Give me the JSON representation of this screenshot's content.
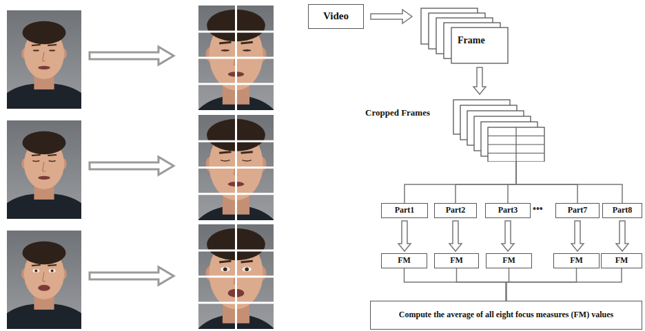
{
  "diagram": {
    "nodes": [
      {
        "text": [
          "Video"
        ]
      },
      {
        "text": [
          "Frame"
        ]
      },
      {
        "text": [
          "Cropped Frames"
        ]
      },
      {
        "text": [
          "Part1"
        ]
      },
      {
        "text": [
          "Part2"
        ]
      },
      {
        "text": [
          "Part3"
        ]
      },
      {
        "text": [
          "Part7"
        ]
      },
      {
        "text": [
          "Part8"
        ]
      },
      {
        "text": [
          "FM"
        ]
      },
      {
        "text": [
          "FM"
        ]
      },
      {
        "text": [
          "FM"
        ]
      },
      {
        "text": [
          "FM"
        ]
      },
      {
        "text": [
          "FM"
        ]
      },
      {
        "text": [
          "Compute the average of all eight focus measures (FM) values"
        ]
      }
    ],
    "edges": [
      {
        "from": 0,
        "to": 1,
        "arrow": "to"
      },
      {
        "from": 1,
        "to": 2,
        "arrow": "to"
      },
      {
        "from": 2,
        "to": 3,
        "arrow": "none"
      },
      {
        "from": 2,
        "to": 4,
        "arrow": "none"
      },
      {
        "from": 2,
        "to": 5,
        "arrow": "none"
      },
      {
        "from": 2,
        "to": 6,
        "arrow": "none"
      },
      {
        "from": 2,
        "to": 7,
        "arrow": "none"
      },
      {
        "from": 3,
        "to": 8,
        "arrow": "to"
      },
      {
        "from": 4,
        "to": 9,
        "arrow": "to"
      },
      {
        "from": 5,
        "to": 10,
        "arrow": "to"
      },
      {
        "from": 6,
        "to": 11,
        "arrow": "to"
      },
      {
        "from": 7,
        "to": 12,
        "arrow": "to"
      },
      {
        "from": 8,
        "to": 13,
        "arrow": "none"
      },
      {
        "from": 9,
        "to": 13,
        "arrow": "none"
      },
      {
        "from": 10,
        "to": 13,
        "arrow": "none"
      },
      {
        "from": 11,
        "to": 13,
        "arrow": "none"
      },
      {
        "from": 12,
        "to": 13,
        "arrow": "none"
      }
    ],
    "labels": [
      "•••"
    ]
  }
}
